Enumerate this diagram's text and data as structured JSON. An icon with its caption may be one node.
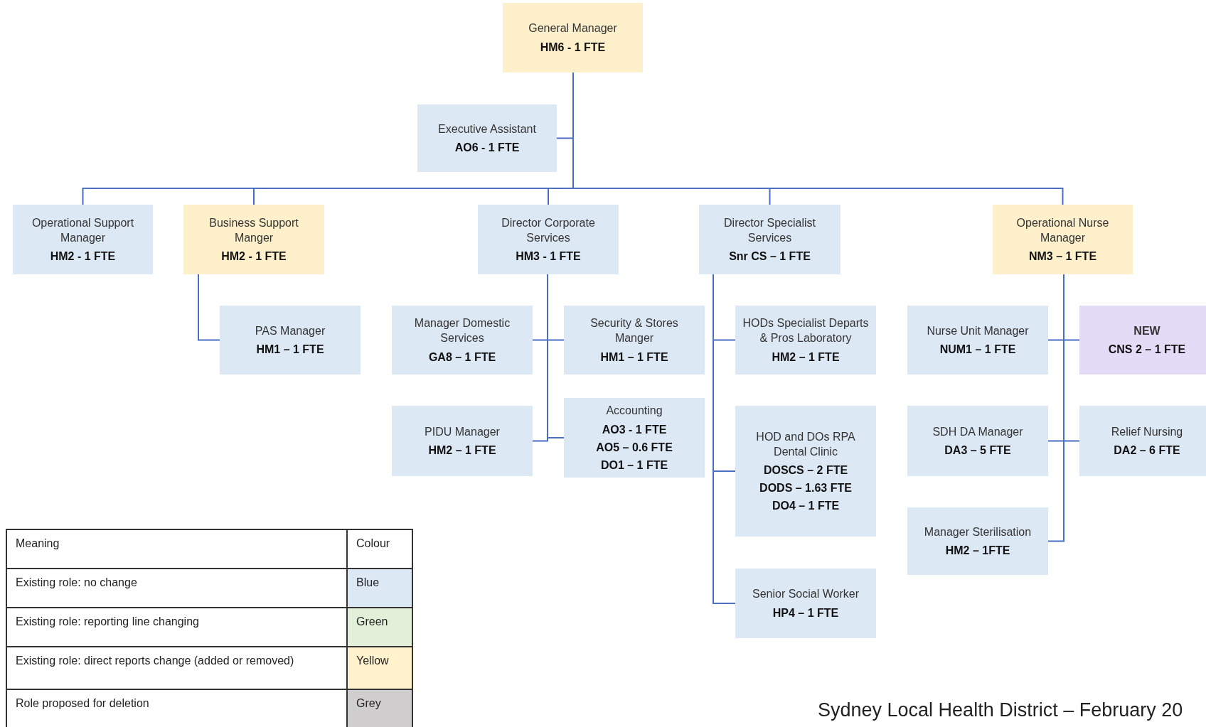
{
  "diagram": {
    "nodes": [
      {
        "text": [
          "General Manager",
          "HM6 - 1 FTE"
        ]
      },
      {
        "text": [
          "Executive Assistant",
          "AO6 - 1 FTE"
        ]
      },
      {
        "text": [
          "Operational Support Manager",
          "HM2 - 1 FTE"
        ]
      },
      {
        "text": [
          "Business Support Manger",
          "HM2 - 1 FTE"
        ]
      },
      {
        "text": [
          "Director Corporate Services",
          "HM3 - 1 FTE"
        ]
      },
      {
        "text": [
          "Director Specialist Services",
          "Snr CS – 1 FTE"
        ]
      },
      {
        "text": [
          "Operational Nurse Manager",
          "NM3 – 1 FTE"
        ]
      },
      {
        "text": [
          "PAS Manager",
          "HM1 – 1 FTE"
        ]
      },
      {
        "text": [
          "Manager Domestic Services",
          "GA8 – 1 FTE"
        ]
      },
      {
        "text": [
          "Security & Stores Manger",
          "HM1 – 1 FTE"
        ]
      },
      {
        "text": [
          "PIDU Manager",
          "HM2 – 1 FTE"
        ]
      },
      {
        "text": [
          "Accounting",
          "AO3 - 1 FTE",
          "AO5 – 0.6 FTE",
          "DO1 – 1 FTE"
        ]
      },
      {
        "text": [
          "HODs Specialist Departs & Pros Laboratory",
          "HM2 – 1 FTE"
        ]
      },
      {
        "text": [
          "HOD and DOs RPA Dental Clinic",
          "DOSCS – 2 FTE",
          "DODS – 1.63 FTE",
          "DO4 – 1 FTE"
        ]
      },
      {
        "text": [
          "Senior Social Worker",
          "HP4 – 1 FTE"
        ]
      },
      {
        "text": [
          "Nurse Unit Manager",
          "NUM1 – 1 FTE"
        ]
      },
      {
        "text": [
          "**NEW**",
          "CNS 2 – 1 FTE"
        ]
      },
      {
        "text": [
          "SDH DA Manager",
          "DA3 – 5 FTE"
        ]
      },
      {
        "text": [
          "Relief Nursing",
          "DA2 – 6 FTE"
        ]
      },
      {
        "text": [
          "Manager Sterilisation",
          "HM2 – 1FTE"
        ]
      }
    ],
    "edges": [
      {
        "from": 0,
        "to": 1,
        "arrow": "none"
      },
      {
        "from": 0,
        "to": 2,
        "arrow": "none"
      },
      {
        "from": 0,
        "to": 3,
        "arrow": "none"
      },
      {
        "from": 0,
        "to": 4,
        "arrow": "none"
      },
      {
        "from": 0,
        "to": 5,
        "arrow": "none"
      },
      {
        "from": 0,
        "to": 6,
        "arrow": "none"
      },
      {
        "from": 3,
        "to": 7,
        "arrow": "none"
      },
      {
        "from": 4,
        "to": 8,
        "arrow": "none"
      },
      {
        "from": 4,
        "to": 9,
        "arrow": "none"
      },
      {
        "from": 4,
        "to": 10,
        "arrow": "none"
      },
      {
        "from": 4,
        "to": 11,
        "arrow": "none"
      },
      {
        "from": 5,
        "to": 12,
        "arrow": "none"
      },
      {
        "from": 5,
        "to": 13,
        "arrow": "none"
      },
      {
        "from": 5,
        "to": 14,
        "arrow": "none"
      },
      {
        "from": 6,
        "to": 15,
        "arrow": "none"
      },
      {
        "from": 6,
        "to": 16,
        "arrow": "none"
      },
      {
        "from": 6,
        "to": 17,
        "arrow": "none"
      },
      {
        "from": 6,
        "to": 18,
        "arrow": "none"
      },
      {
        "from": 6,
        "to": 19,
        "arrow": "none"
      }
    ],
    "labels": [
      "Meaning",
      "Colour",
      "Blue",
      "Green",
      "Yellow",
      "Grey",
      "Sydney Local Health District – February 20"
    ],
    "legend": [
      {
        "text": "Existing role: no change",
        "color": "#dde8f5"
      },
      {
        "text": "Existing role: reporting line changing",
        "color": "#e2efd9"
      },
      {
        "text": "Existing role: direct reports change (added or removed)",
        "color": "#fff2cc"
      },
      {
        "text": "Role proposed for deletion",
        "color": "#d0cece"
      }
    ]
  }
}
